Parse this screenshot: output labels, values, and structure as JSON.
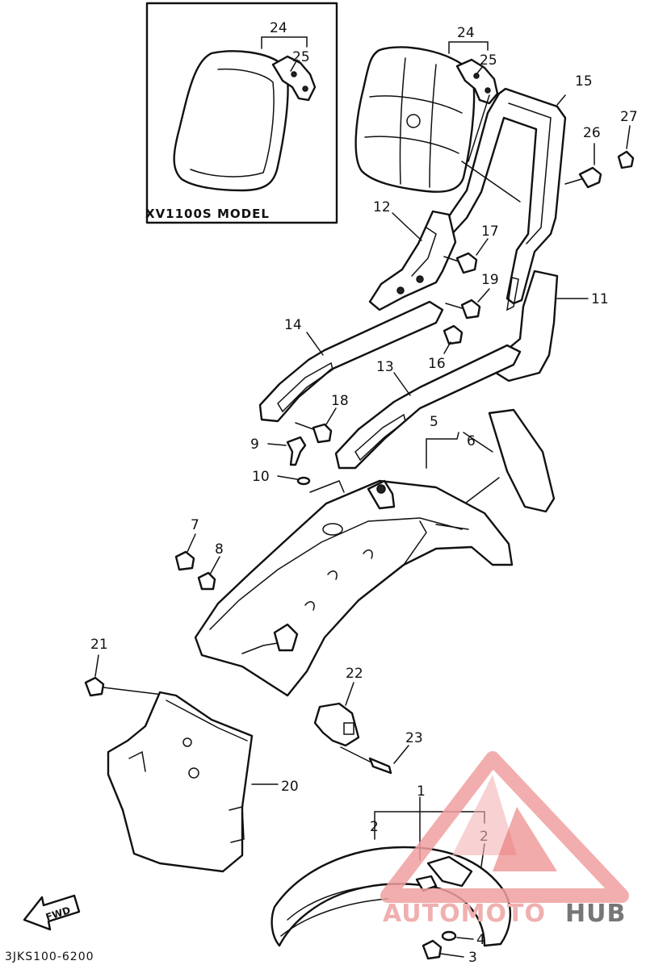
{
  "inset": {
    "caption": "XV1100S MODEL"
  },
  "diagram_code": "3JKS100-6200",
  "fwd_label": "FWD",
  "watermark": {
    "part1": "AUTOMOTO",
    "part2": "HUB",
    "color_main": "#f0a0a0",
    "color_accent": "#e34a4a",
    "color_hub": "#777777"
  },
  "callouts": {
    "c1": "1",
    "c2a": "2",
    "c2b": "2",
    "c3": "3",
    "c4": "4",
    "c5": "5",
    "c6": "6",
    "c7": "7",
    "c8": "8",
    "c9": "9",
    "c10": "10",
    "c11": "11",
    "c12": "12",
    "c13": "13",
    "c14": "14",
    "c15": "15",
    "c16": "16",
    "c17": "17",
    "c18": "18",
    "c19": "19",
    "c20": "20",
    "c21": "21",
    "c22": "22",
    "c23": "23",
    "c24a": "24",
    "c25a": "25",
    "c24b": "24",
    "c25b": "25",
    "c26": "26",
    "c27": "27"
  }
}
